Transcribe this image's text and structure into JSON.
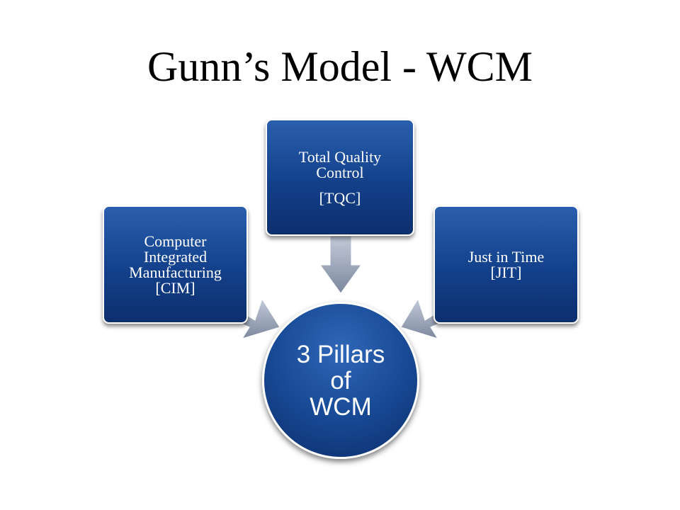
{
  "slide": {
    "title": "Gunn’s Model - WCM"
  },
  "diagram": {
    "hub": {
      "line1": "3 Pillars",
      "line2": "of",
      "line3": "WCM"
    },
    "pillars": {
      "cim": {
        "line1": "Computer",
        "line2": "Integrated",
        "line3": "Manufacturing",
        "line4": "[CIM]"
      },
      "tqc": {
        "line1": "Total Quality",
        "line2": "Control",
        "line3": "[TQC]"
      },
      "jit": {
        "line1": "Just in Time",
        "line2": "[JIT]"
      }
    },
    "colors": {
      "box_fill_top": "#2a5fae",
      "box_fill_bottom": "#0d2f6e",
      "arrow_fill_top": "#b9c3d4",
      "arrow_fill_bottom": "#7d8aa1",
      "title_text": "#000000"
    }
  }
}
